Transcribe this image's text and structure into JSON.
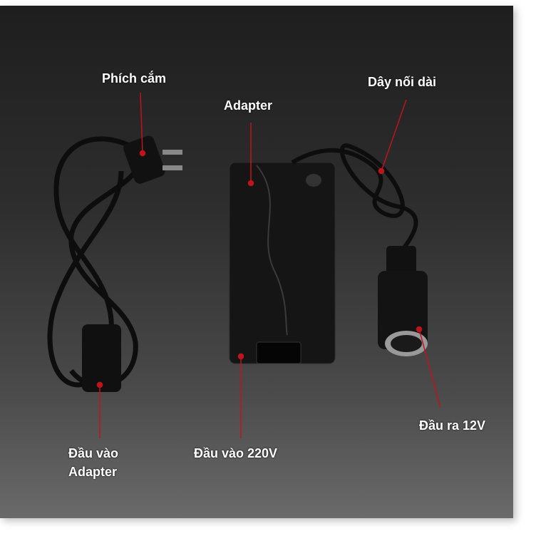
{
  "labels": {
    "plug": "Phích cắm",
    "adapter": "Adapter",
    "extension_cord": "Dây nối dài",
    "adapter_input_line1": "Đầu vào",
    "adapter_input_line2": "Adapter",
    "input_220v": "Đầu vào 220V",
    "output_12v": "Đầu ra 12V"
  },
  "colors": {
    "pointer": "#c0141c",
    "label": "#ffffff"
  }
}
